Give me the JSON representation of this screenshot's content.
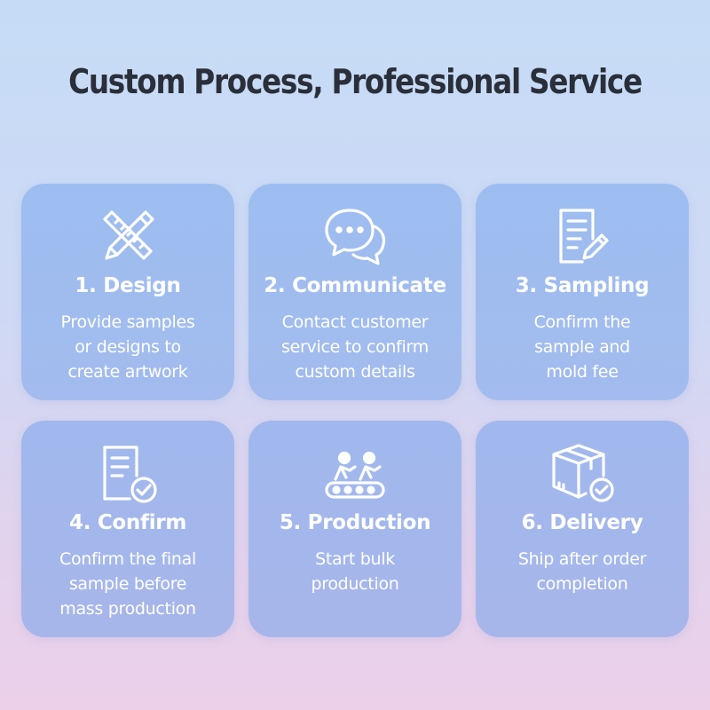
{
  "header": {
    "title": "Custom Process, Professional Service"
  },
  "colors": {
    "card": "#9dbdf0",
    "text_on_card": "#ffffff",
    "title": "#2b2f3a"
  },
  "steps": [
    {
      "title": "1. Design",
      "icon": "pencil-ruler-icon",
      "lines": [
        "Provide samples",
        "or designs to",
        "create artwork"
      ]
    },
    {
      "title": "2. Communicate",
      "icon": "chat-bubbles-icon",
      "lines": [
        "Contact customer",
        "service to confirm",
        "custom details"
      ]
    },
    {
      "title": "3. Sampling",
      "icon": "document-pencil-icon",
      "lines": [
        "Confirm the",
        "sample and",
        "mold fee"
      ]
    },
    {
      "title": "4. Confirm",
      "icon": "document-check-icon",
      "lines": [
        "Confirm the final",
        "sample before",
        "mass production"
      ]
    },
    {
      "title": "5. Production",
      "icon": "conveyor-workers-icon",
      "lines": [
        "Start bulk",
        "production"
      ]
    },
    {
      "title": "6. Delivery",
      "icon": "box-check-icon",
      "lines": [
        "Ship after order",
        "completion"
      ]
    }
  ]
}
